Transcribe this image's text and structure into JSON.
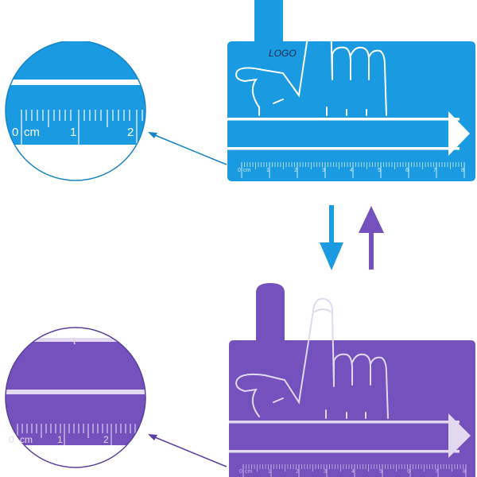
{
  "colors": {
    "blue": "#1a9ae0",
    "blue_dark": "#1683c4",
    "purple": "#7451bd",
    "purple_dark": "#5b3f9c",
    "line_blue": "#ffffff",
    "line_purple": "#e2d9f0",
    "logo_text": "#1a2a4a"
  },
  "top_card": {
    "logo_text": "LOGO",
    "ruler_unit": "cm",
    "ruler_labels": [
      "0",
      "1",
      "2",
      "3",
      "4",
      "5",
      "6",
      "7",
      "8"
    ]
  },
  "top_magnifier": {
    "ruler_unit": "cm",
    "ruler_labels": [
      "0",
      "1",
      "2"
    ]
  },
  "bottom_card": {
    "ruler_unit": "cm",
    "ruler_labels": [
      "0",
      "1",
      "2",
      "3",
      "4",
      "5",
      "6",
      "7",
      "8"
    ]
  },
  "bottom_magnifier": {
    "ruler_unit": "cm",
    "ruler_labels": [
      "0",
      "1",
      "2"
    ]
  },
  "swap_arrows": {
    "down_color": "blue",
    "up_color": "purple"
  }
}
